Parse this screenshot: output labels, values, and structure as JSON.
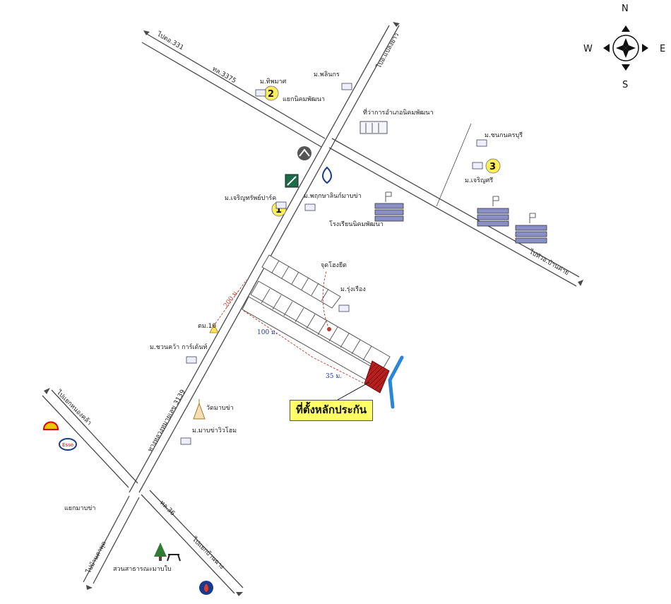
{
  "compass": {
    "n": "N",
    "s": "S",
    "e": "E",
    "w": "W"
  },
  "roads": {
    "to_331": "ไปตอ.331",
    "hwy_3375": "ทล.3375",
    "to_plaeng_yao": "ไปอ.แปลงยาว",
    "to_nong_yai": "ไปหัวอ.บ้านค่าย",
    "hwy_3139": "ทางหลวงหมายเลข 3139",
    "to_nong_khla": "ไปแยกหนองคล้า",
    "hwy_36": "ทล.36",
    "to_ban_chang": "ไปแยกบ้านฉาง",
    "to_ban_phe": "ไปบ้านตาพุด"
  },
  "places": {
    "m_thipsamut": "ม.ทิพมาศ",
    "intersection_phatthana": "แยกนิคมพัฒนา",
    "m_laem": "ม.พลินกร",
    "district_office": "ที่ว่าการอำเภอนิคมพัฒนา",
    "m_chinnakhet": "ม.ชนกนครบุรี",
    "m_khetsiri": "ม.เจริญศรี",
    "m_charoen": "ม.เจริญทรัพย์ปาร์ค",
    "m_phatsiri": "ม.พฤกษาลินก์มาบข่า",
    "school": "โรงเรียนนิคมพัฒนา",
    "m_rungrueang": "ม.รุ่งเรือง",
    "survey_point": "จุดโฮงยีด",
    "police": "ตม.10",
    "m_wannakhon": "ม.ชวนคว้า การ์เด้นท์",
    "temple": "วัดมาบข่า",
    "m_mapkha": "ม.มาบข่าวิวโฮม",
    "junction_mapkha": "แยกมาบข่า",
    "park": "สวนสาธารณะมาบใบ"
  },
  "markers": {
    "one": "1",
    "two": "2",
    "three": "3"
  },
  "distances": {
    "d200": "200 ม.",
    "d100": "100 ม.",
    "d35": "35 ม."
  },
  "callout": {
    "label": "ที่ตั้งหลักประกัน"
  },
  "colors": {
    "road_outline": "#4a4a4a",
    "plot_highlight": "#b81f1f",
    "water": "#2a86d8",
    "callout_bg": "#ffff66",
    "dimension_line": "#c0392b",
    "building": "#8a8fc7"
  },
  "icons": [
    "compass-rose-icon",
    "ptt-logo-icon",
    "bank-icon",
    "bangkok-bank-icon",
    "shell-logo-icon",
    "esso-logo-icon",
    "gas-station-icon",
    "tree-icon",
    "picnic-table-icon",
    "police-icon",
    "temple-icon",
    "house-icon",
    "flag-icon"
  ]
}
